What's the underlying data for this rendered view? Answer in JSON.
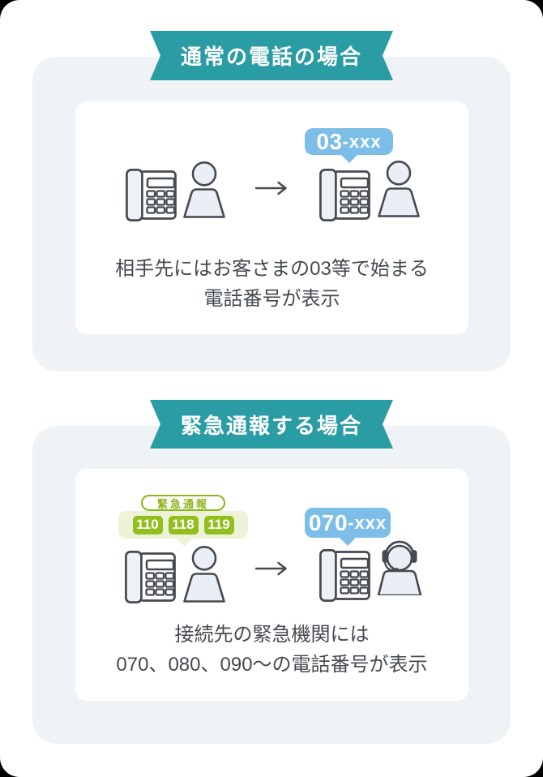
{
  "colors": {
    "ribbon_teal": "#2A9CA4",
    "panel_bg": "#EFF3F6",
    "card_bg": "#FFFFFF",
    "caller_id_blue": "#7CBEE8",
    "emergency_green": "#92BF1E",
    "emergency_pale_green": "#EDF3D8",
    "icon_outline": "#454A50",
    "text": "#454A50"
  },
  "sections": [
    {
      "ribbon_label": "通常の電話の場合",
      "caller_id": {
        "number_bold": "03",
        "number_rest": "-xxx"
      },
      "caption_lines": [
        "相手先にはお客さまの03等で始まる",
        "電話番号が表示"
      ]
    },
    {
      "ribbon_label": "緊急通報する場合",
      "emergency_tag": "緊急通報",
      "emergency_numbers": [
        "110",
        "118",
        "119"
      ],
      "caller_id": {
        "number_bold": "070",
        "number_rest": "-xxx"
      },
      "caption_lines": [
        "接続先の緊急機関には",
        "070、080、090～の電話番号が表示"
      ]
    }
  ]
}
